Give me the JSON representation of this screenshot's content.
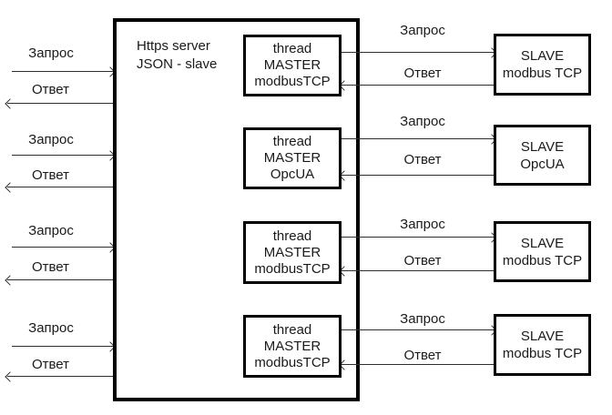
{
  "diagram": {
    "title": "",
    "server_box": {
      "title_lines": [
        "Https server",
        "JSON - slave"
      ]
    },
    "labels": {
      "request": "Запрос",
      "response": "Ответ"
    },
    "rows": [
      {
        "thread_lines": [
          "thread",
          "MASTER",
          "modbusTCP"
        ],
        "slave_lines": [
          "SLAVE",
          "modbus TCP"
        ]
      },
      {
        "thread_lines": [
          "thread",
          "MASTER",
          "OpcUA"
        ],
        "slave_lines": [
          "SLAVE",
          "OpcUA"
        ]
      },
      {
        "thread_lines": [
          "thread",
          "MASTER",
          "modbusTCP"
        ],
        "slave_lines": [
          "SLAVE",
          "modbus TCP"
        ]
      },
      {
        "thread_lines": [
          "thread",
          "MASTER",
          "modbusTCP"
        ],
        "slave_lines": [
          "SLAVE",
          "modbus TCP"
        ]
      }
    ],
    "colors": {
      "border": "#000000",
      "line": "#2e2e2e",
      "text": "#1a1a1a",
      "background": "#ffffff"
    }
  }
}
